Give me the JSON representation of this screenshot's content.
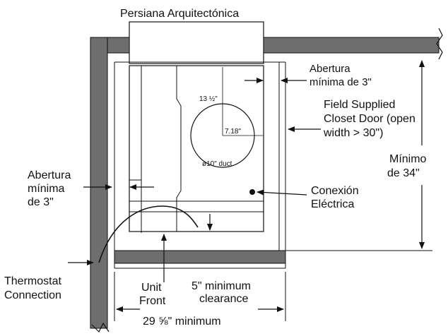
{
  "title": "Persiana Arquitectónica",
  "labels": {
    "opening_top_line1": "Abertura",
    "opening_top_line2": "mínima de 3\"",
    "closet_line1": "Field Supplied",
    "closet_line2": "Closet Door (open",
    "closet_line3": "width > 30\")",
    "min34_line1": "Mínimo",
    "min34_line2": "de 34\"",
    "opening_left_line1": "Abertura",
    "opening_left_line2": "mínima",
    "opening_left_line3": "de 3\"",
    "electric_line1": "Conexión",
    "electric_line2": "Eléctrica",
    "thermostat_line1": "Thermostat",
    "thermostat_line2": "Connection",
    "unit_front_line1": "Unit",
    "unit_front_line2": "Front",
    "clearance_line1": "5\" minimum",
    "clearance_line2": "clearance",
    "width_min": "29 ⅝\" minimum",
    "dim_13_5": "13 ½\"",
    "dim_7_18": "7.18\"",
    "duct": "ø10\" duct"
  },
  "colors": {
    "wall_fill": "#6e6e6e",
    "line": "#111111"
  }
}
